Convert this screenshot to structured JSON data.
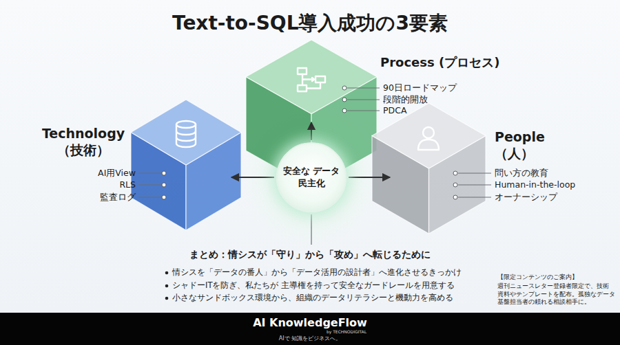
{
  "diagram": {
    "title": "Text-to-SQL導入成功の3要素",
    "nodes": [
      {
        "text": [
          "Process (プロセス)"
        ]
      },
      {
        "text": [
          "Technology （技術）"
        ]
      },
      {
        "text": [
          "安全な データ民主化"
        ]
      },
      {
        "text": [
          "People （人）"
        ]
      },
      {
        "text": [
          "AI KnowledgeFlow",
          "by TECHNODIGITAL",
          "AIで 知識をビジネスへ。"
        ]
      }
    ],
    "edges": [
      {
        "from": 2,
        "to": 1,
        "arrow": "to"
      },
      {
        "from": 2,
        "to": 3,
        "arrow": "to"
      },
      {
        "from": 2,
        "to": 0,
        "arrow": "to"
      }
    ],
    "labels": [
      "90日ロードマップ",
      "段階的開放",
      "PDCA",
      "AI用View",
      "RLS",
      "監査ログ",
      "問い方の教育",
      "Human-in-the-loop",
      "オーナーシップ",
      "まとめ：情シスが「守り」から「攻め」へ転じるために",
      "情シスを「データの番人」から「データ活用の設計者」へ進化させるきっかけ",
      "シャドーITを防ぎ、私たちが 主導権を持って安全なガードレールを用意する",
      "小さなサンドボックス環境から、組織のデータリテラシーと機動力を高める",
      "【限定コンテンツのご案内】",
      "週刊ニュースレター登録者限定で、技術 資料やテンプレートを配布。孤独なデータ 基盤担当者の頼れる相談相手に。"
    ]
  }
}
